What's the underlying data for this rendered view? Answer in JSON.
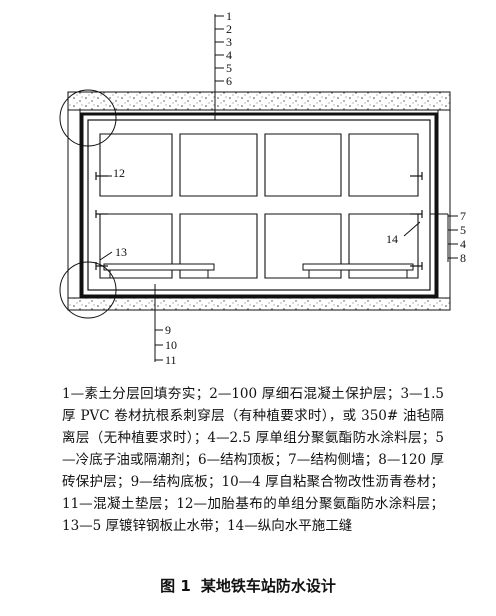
{
  "labels": {
    "top": [
      "1",
      "2",
      "3",
      "4",
      "5",
      "6"
    ],
    "left_12": "12",
    "left_13": "13",
    "right_14": "14",
    "right": [
      "7",
      "5",
      "4",
      "8"
    ],
    "bottom": [
      "9",
      "10",
      "11"
    ]
  },
  "legend": [
    "1—素土分层回填夯实；",
    "2—100 厚细石混凝土保护层；",
    "3—1.5 厚 PVC 卷材抗根系刺穿层（有种植要求时），或 350# 油毡隔离层（无种植要求时）；",
    "4—2.5 厚单组分聚氨酯防水涂料层；",
    "5—冷底子油或隔潮剂；",
    "6—结构顶板；",
    "7—结构侧墙；",
    "8—120 厚砖保护层；",
    "9—结构底板；",
    "10—4 厚自粘聚合物改性沥青卷材；",
    "11—混凝土垫层；",
    "12—加胎基布的单组分聚氨酯防水涂料层；",
    "13—5 厚镀锌钢板止水带；",
    "14—纵向水平施工缝"
  ],
  "caption": {
    "fig": "图 1",
    "title": "某地铁车站防水设计"
  }
}
